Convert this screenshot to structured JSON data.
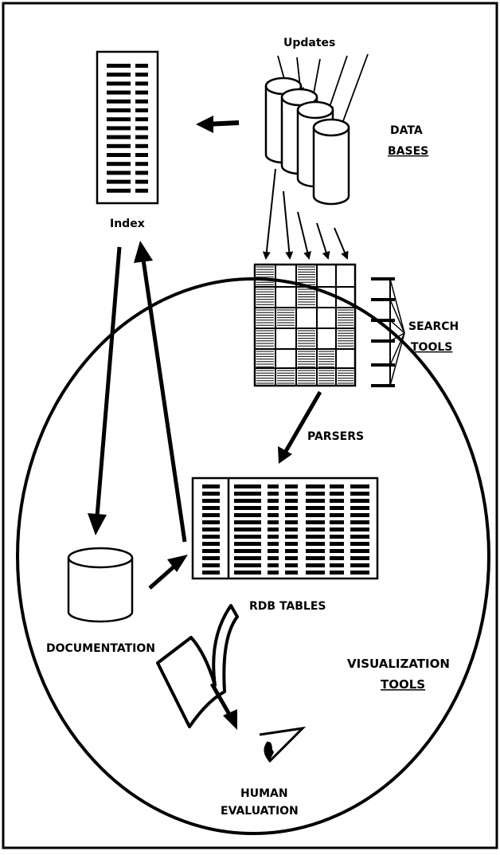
{
  "labels": {
    "updates": "Updates",
    "data": "DATA",
    "bases": "BASES",
    "index": "Index",
    "search": "SEARCH",
    "tools_search": "TOOLS",
    "parsers": "PARSERS",
    "rdb_tables": "RDB TABLES",
    "documentation": "DOCUMENTATION",
    "visualization": "VISUALIZATION",
    "tools_visualization": "TOOLS",
    "human": "HUMAN",
    "evaluation": "EVALUATION"
  }
}
